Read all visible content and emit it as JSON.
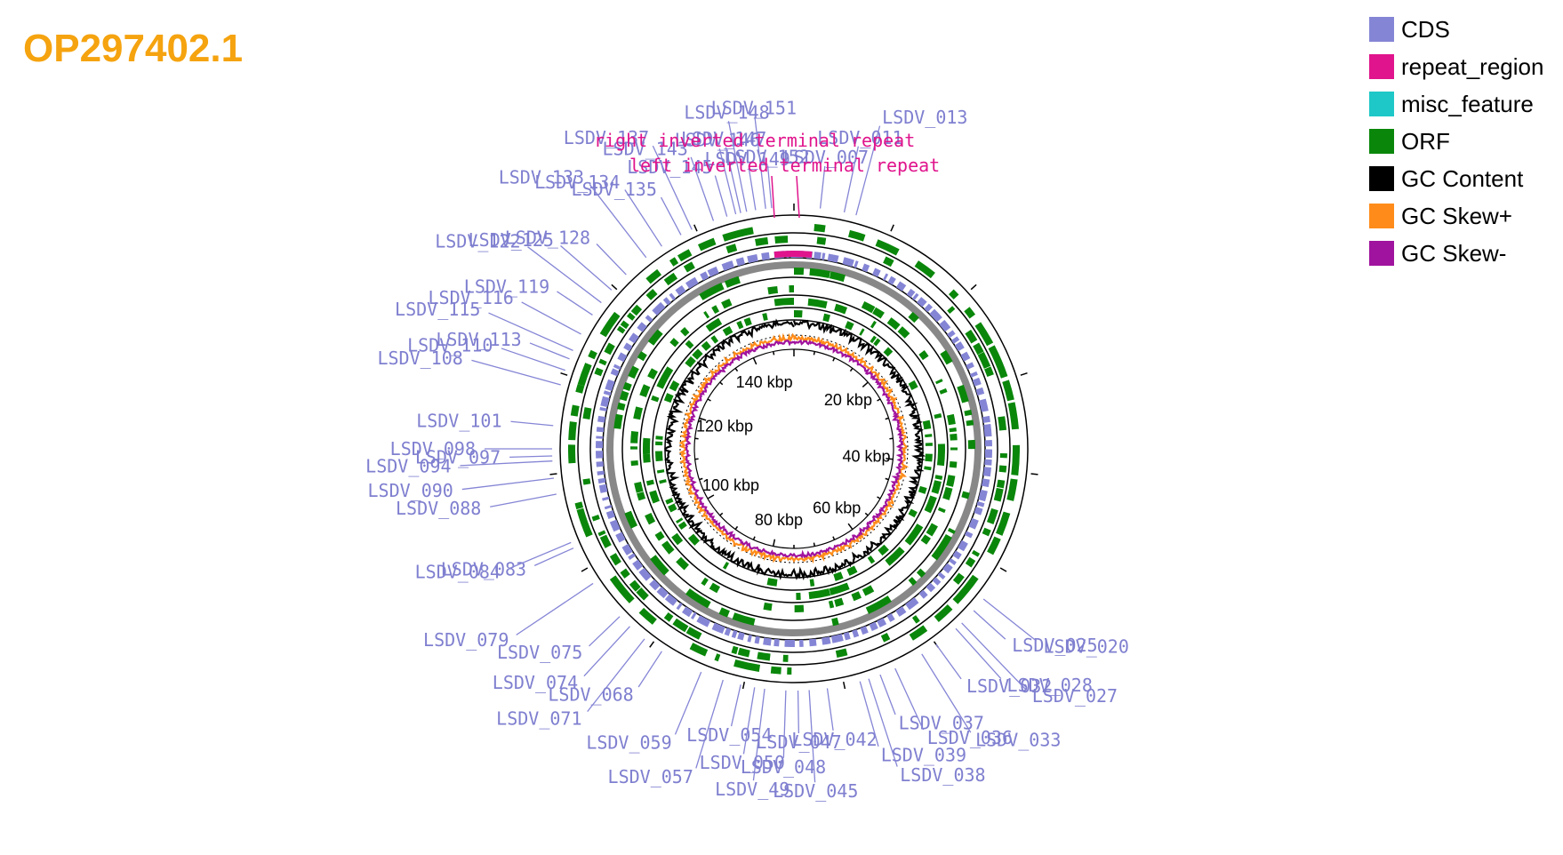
{
  "title": "OP297402.1",
  "legend": [
    {
      "label": "CDS",
      "color": "#8585d6"
    },
    {
      "label": "repeat_region",
      "color": "#e0148c"
    },
    {
      "label": "misc_feature",
      "color": "#1ec8c8"
    },
    {
      "label": "ORF",
      "color": "#0a870a"
    },
    {
      "label": "GC Content",
      "color": "#000000"
    },
    {
      "label": "GC Skew+",
      "color": "#ff8c1a"
    },
    {
      "label": "GC Skew-",
      "color": "#a0139e"
    }
  ],
  "map": {
    "genome_length_kbp": 150,
    "scale_labels": [
      "20 kbp",
      "40 kbp",
      "60 kbp",
      "80 kbp",
      "100 kbp",
      "120 kbp",
      "140 kbp"
    ],
    "repeat_labels": [
      "right inverted terminal repeat",
      "left inverted terminal repeat"
    ],
    "gene_labels": [
      {
        "text": "LSDV_149",
        "kbp": 146.2
      },
      {
        "text": "LSDV_146",
        "kbp": 144.2
      },
      {
        "text": "LSDV_148",
        "kbp": 145.3
      },
      {
        "text": "LSDV_152",
        "kbp": 147.8
      },
      {
        "text": "LSDV_147",
        "kbp": 144.7
      },
      {
        "text": "LSDV_151",
        "kbp": 147.2
      },
      {
        "text": "LSDV_007",
        "kbp": 2.6
      },
      {
        "text": "LSDV_011",
        "kbp": 5.0
      },
      {
        "text": "LSDV_013",
        "kbp": 6.2
      },
      {
        "text": "LSDV_145",
        "kbp": 143.3
      },
      {
        "text": "LSDV_143",
        "kbp": 141.9
      },
      {
        "text": "LSDV_137",
        "kbp": 139.6
      },
      {
        "text": "LSDV_135",
        "kbp": 138.4
      },
      {
        "text": "LSDV_134",
        "kbp": 136.2
      },
      {
        "text": "LSDV_133",
        "kbp": 134.3
      },
      {
        "text": "LSDV_128",
        "kbp": 131.7
      },
      {
        "text": "LSDV_125",
        "kbp": 129.6
      },
      {
        "text": "LSDV_122",
        "kbp": 128.0
      },
      {
        "text": "LSDV_119",
        "kbp": 126.5
      },
      {
        "text": "LSDV_116",
        "kbp": 124.3
      },
      {
        "text": "LSDV_115",
        "kbp": 122.5
      },
      {
        "text": "LSDV_113",
        "kbp": 121.6
      },
      {
        "text": "LSDV_110",
        "kbp": 120.4
      },
      {
        "text": "LSDV_108",
        "kbp": 118.9
      },
      {
        "text": "LSDV_101",
        "kbp": 114.8
      },
      {
        "text": "LSDV_098",
        "kbp": 112.5
      },
      {
        "text": "LSDV_094",
        "kbp": 111.3
      },
      {
        "text": "LSDV_097",
        "kbp": 111.8
      },
      {
        "text": "LSDV_088",
        "kbp": 108.0
      },
      {
        "text": "LSDV_090",
        "kbp": 109.6
      },
      {
        "text": "LSDV_083",
        "kbp": 102.4
      },
      {
        "text": "LSDV_084",
        "kbp": 103.0
      },
      {
        "text": "LSDV_079",
        "kbp": 98.4
      },
      {
        "text": "LSDV_075",
        "kbp": 94.2
      },
      {
        "text": "LSDV_074",
        "kbp": 92.8
      },
      {
        "text": "LSDV_071",
        "kbp": 90.9
      },
      {
        "text": "LSDV_068",
        "kbp": 88.8
      },
      {
        "text": "LSDV_059",
        "kbp": 84.4
      },
      {
        "text": "LSDV_057",
        "kbp": 82.1
      },
      {
        "text": "LSDV_054",
        "kbp": 80.3
      },
      {
        "text": "LSDV_050",
        "kbp": 78.9
      },
      {
        "text": "LSDV_49",
        "kbp": 77.9
      },
      {
        "text": "LSDV_047",
        "kbp": 74.6
      },
      {
        "text": "LSDV_048",
        "kbp": 75.8
      },
      {
        "text": "LSDV_045",
        "kbp": 73.5
      },
      {
        "text": "LSDV_042",
        "kbp": 71.7
      },
      {
        "text": "LSDV_039",
        "kbp": 68.4
      },
      {
        "text": "LSDV_038",
        "kbp": 67.5
      },
      {
        "text": "LSDV_037",
        "kbp": 66.3
      },
      {
        "text": "LSDV_036",
        "kbp": 64.7
      },
      {
        "text": "LSDV_033",
        "kbp": 61.7
      },
      {
        "text": "LSDV_032",
        "kbp": 60.0
      },
      {
        "text": "LSDV_028",
        "kbp": 57.5
      },
      {
        "text": "LSDV_027",
        "kbp": 56.7
      },
      {
        "text": "LSDV_025",
        "kbp": 55.0
      },
      {
        "text": "LSDV_020",
        "kbp": 53.5
      }
    ]
  }
}
